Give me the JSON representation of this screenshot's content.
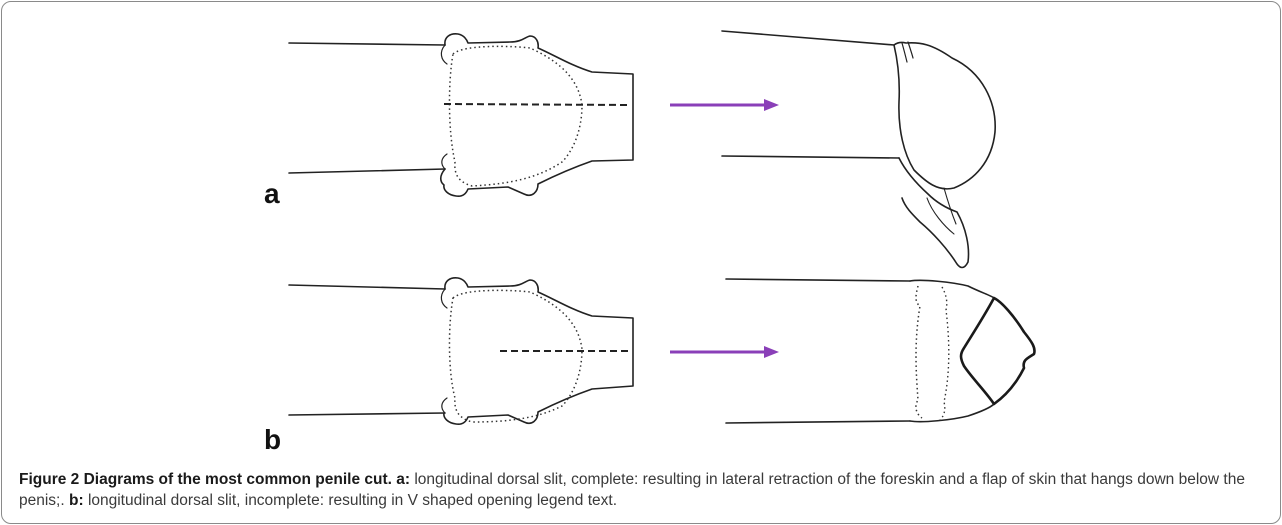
{
  "figure": {
    "panels": [
      {
        "label": "a"
      },
      {
        "label": "b"
      }
    ],
    "arrow_color": "#8a3fb8",
    "caption": {
      "title": "Figure 2 Diagrams of the most common penile cut.",
      "part_a_label": "a:",
      "part_a_text": "longitudinal dorsal slit, complete: resulting in lateral retraction of the foreskin and a flap of skin that hangs down below the penis;.",
      "part_b_label": "b:",
      "part_b_text": "longitudinal dorsal slit, incomplete: resulting in V shaped opening legend text."
    }
  }
}
